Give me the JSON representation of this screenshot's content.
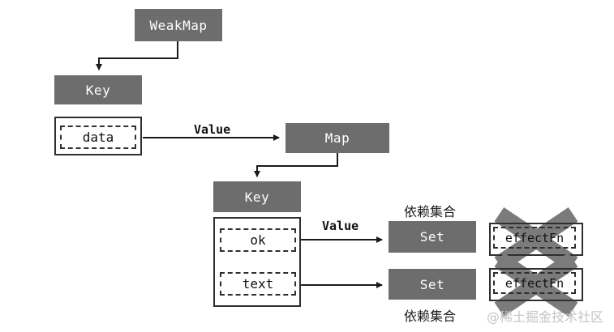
{
  "diagram": {
    "title_context": "WeakMap dependency structure diagram",
    "colors": {
      "node_fill": "#6d6d6d",
      "node_text": "#ffffff",
      "line": "#1a1a1a",
      "cross_mark": "#7b7b7b",
      "watermark": "#c4c4c4",
      "background": "#ffffff"
    },
    "nodes": {
      "weakmap": {
        "label": "WeakMap"
      },
      "key_top": {
        "label": "Key"
      },
      "data": {
        "label": "data"
      },
      "map": {
        "label": "Map"
      },
      "key_mid": {
        "label": "Key"
      },
      "ok": {
        "label": "ok"
      },
      "text": {
        "label": "text"
      },
      "set_top": {
        "label": "Set"
      },
      "set_bottom": {
        "label": "Set"
      },
      "effectfn_top": {
        "label": "effectFn"
      },
      "effectfn_bottom": {
        "label": "effectFn"
      }
    },
    "edge_labels": {
      "value_top": "Value",
      "value_bottom": "Value"
    },
    "annotations": {
      "dep_set_top": "依赖集合",
      "dep_set_bottom": "依赖集合"
    },
    "watermark": "@稀土掘金技术社区"
  }
}
